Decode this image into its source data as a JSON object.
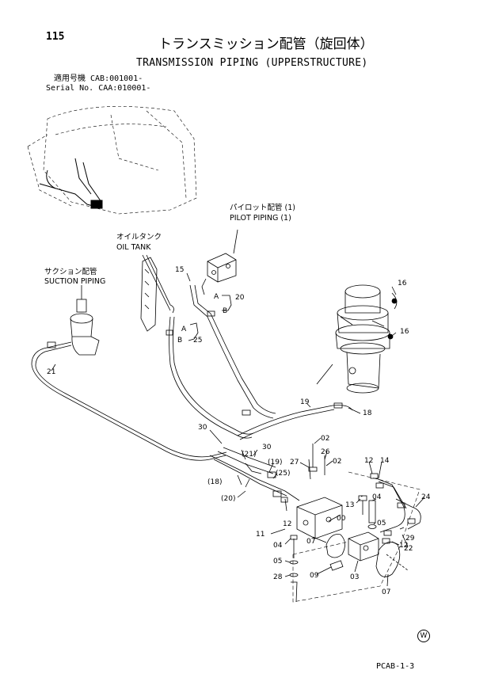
{
  "page": {
    "number": "115",
    "title_jp": "トランスミッション配管（旋回体）",
    "title_en": "TRANSMISSION PIPING (UPPERSTRUCTURE)",
    "serial_line_1": "適用号機 CAB:001001-",
    "serial_line_2": "Serial No. CAA:010001-",
    "doc_code": "PCAB-1-3",
    "w_mark": "W"
  },
  "callouts": {
    "pilot_jp": "パイロット配管 (1)",
    "pilot_en": "PILOT PIPING (1)",
    "oil_jp": "オイルタンク",
    "oil_en": "OIL TANK",
    "suction_jp": "サクション配管",
    "suction_en": "SUCTION PIPING"
  },
  "labels": {
    "l15": "15",
    "l20": "20",
    "lA1": "A",
    "lB1": "B",
    "l16a": "16",
    "l16b": "16",
    "lA2": "A",
    "lB2": "B",
    "l25": "25",
    "l21": "21",
    "l19": "19",
    "l18": "18",
    "l30a": "30",
    "l30b": "30",
    "p21": "(21)",
    "p19": "(19)",
    "p25": "(25)",
    "p18": "(18)",
    "p20": "(20)",
    "l02a": "02",
    "l26": "26",
    "l27": "27",
    "l02b": "02",
    "l12a": "12",
    "l14": "14",
    "l13": "13",
    "l04a": "04",
    "l24": "24",
    "l05a": "05",
    "l12b": "12",
    "l29": "29",
    "l22": "22",
    "l00": "00",
    "l11": "11",
    "l07a": "07",
    "l04b": "04",
    "l05b": "05",
    "l28": "28",
    "l09": "09",
    "l03": "03",
    "l07b": "07",
    "l12c": "12"
  }
}
